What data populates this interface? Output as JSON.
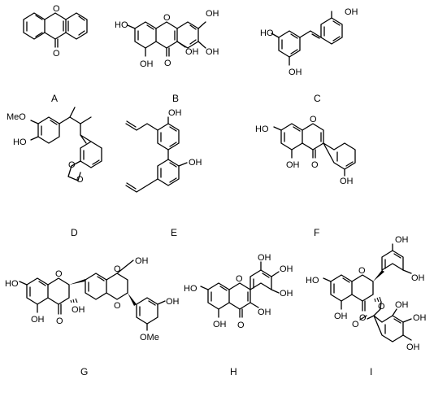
{
  "figure": {
    "compounds": [
      {
        "label": "A",
        "atoms": {
          "o_ring": "O",
          "o_keto": "O"
        }
      },
      {
        "label": "B",
        "atoms": {
          "oh7": "HO",
          "o_ring": "O",
          "oh3p": "OH",
          "oh4p": "OH",
          "oh3": "OH",
          "oh5": "OH",
          "o_keto": "O"
        }
      },
      {
        "label": "C",
        "atoms": {
          "oh_left": "HO",
          "oh_right": "OH",
          "oh_bottom": "OH"
        }
      },
      {
        "label": "D",
        "atoms": {
          "ome": "MeO",
          "oh": "HO",
          "o1": "O",
          "o2": "O"
        }
      },
      {
        "label": "E",
        "atoms": {
          "oh_top": "OH",
          "oh_mid": "OH"
        }
      },
      {
        "label": "F",
        "atoms": {
          "oh7": "HO",
          "o_ring": "O",
          "oh5": "OH",
          "o_keto": "O",
          "oh4p": "OH"
        }
      },
      {
        "label": "G",
        "atoms": {
          "oh7": "HO",
          "o_ring": "O",
          "oh5": "OH",
          "o_keto": "O",
          "oh3": "OH",
          "o_a": "O",
          "o_b": "O",
          "oh_ch2": "OH",
          "oh4p": "OH",
          "ome": "OMe"
        }
      },
      {
        "label": "H",
        "atoms": {
          "oh_a": "OH",
          "oh_b": "OH",
          "oh_c": "OH",
          "oh7": "HO",
          "o_ring": "O",
          "oh3": "OH",
          "oh5": "OH",
          "o_keto": "O"
        }
      },
      {
        "label": "I",
        "atoms": {
          "oh_a": "OH",
          "oh_b": "OH",
          "oh7": "HO",
          "o_ring": "O",
          "oh5": "OH",
          "o_keto": "O",
          "o_ester": "O",
          "o_carbonyl": "O",
          "oh_g1": "OH",
          "oh_g2": "OH",
          "oh_g3": "OH"
        }
      }
    ]
  }
}
